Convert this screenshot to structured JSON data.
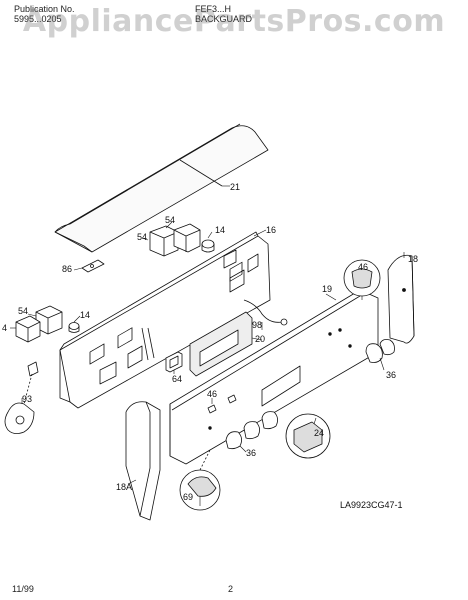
{
  "header": {
    "publication_label": "Publication No.",
    "publication_number": "5995...0205",
    "model": "FEF3...H",
    "section": "BACKGUARD"
  },
  "watermark": "AppliancePartsPros.com",
  "diagram": {
    "code": "LA9923CG47-1",
    "callouts": [
      "21",
      "54",
      "14",
      "16",
      "54",
      "86",
      "18",
      "46",
      "19",
      "54",
      "14",
      "4",
      "98",
      "20",
      "64",
      "36",
      "93",
      "46",
      "24",
      "36",
      "18A",
      "69"
    ]
  },
  "footer": {
    "date": "11/99",
    "page": "2"
  }
}
